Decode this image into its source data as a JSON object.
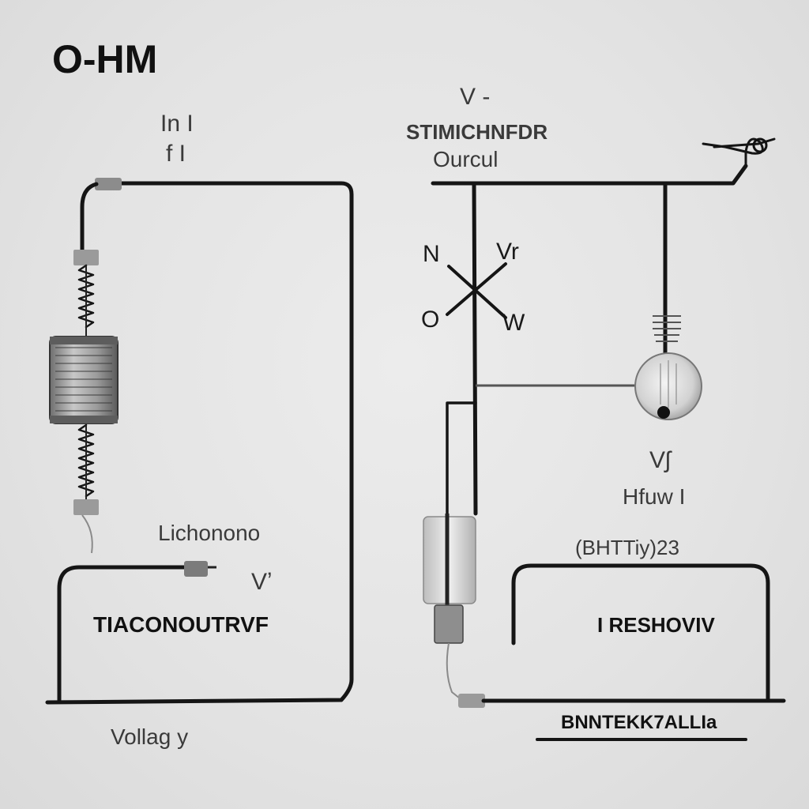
{
  "title": "O-HM",
  "labels": {
    "left_top_line1": "In I",
    "left_top_line2": "f I",
    "left_mid": "Lichonono",
    "left_inner": "TIACONOUTRVF",
    "left_bottom": "Vollag y",
    "left_small_v": "Vʼ",
    "right_v_top": "V -",
    "right_header": "STIMICHNFDR",
    "right_sub": "Ourcul",
    "cross_n": "N",
    "cross_vr": "Vr",
    "cross_o": "O",
    "cross_w": "W",
    "right_v_mid": "Vʃ",
    "right_hfuw": "Hfuw I",
    "right_paren": "(BHTTiy)23",
    "right_inner": "I RESHOVIV",
    "right_bottom": "BNNTEKK7ALLIa"
  },
  "colors": {
    "background": "#e4e4e4",
    "wire": "#151515",
    "component_fill": "#9e9e9e",
    "connector": "#8c8c8c"
  }
}
